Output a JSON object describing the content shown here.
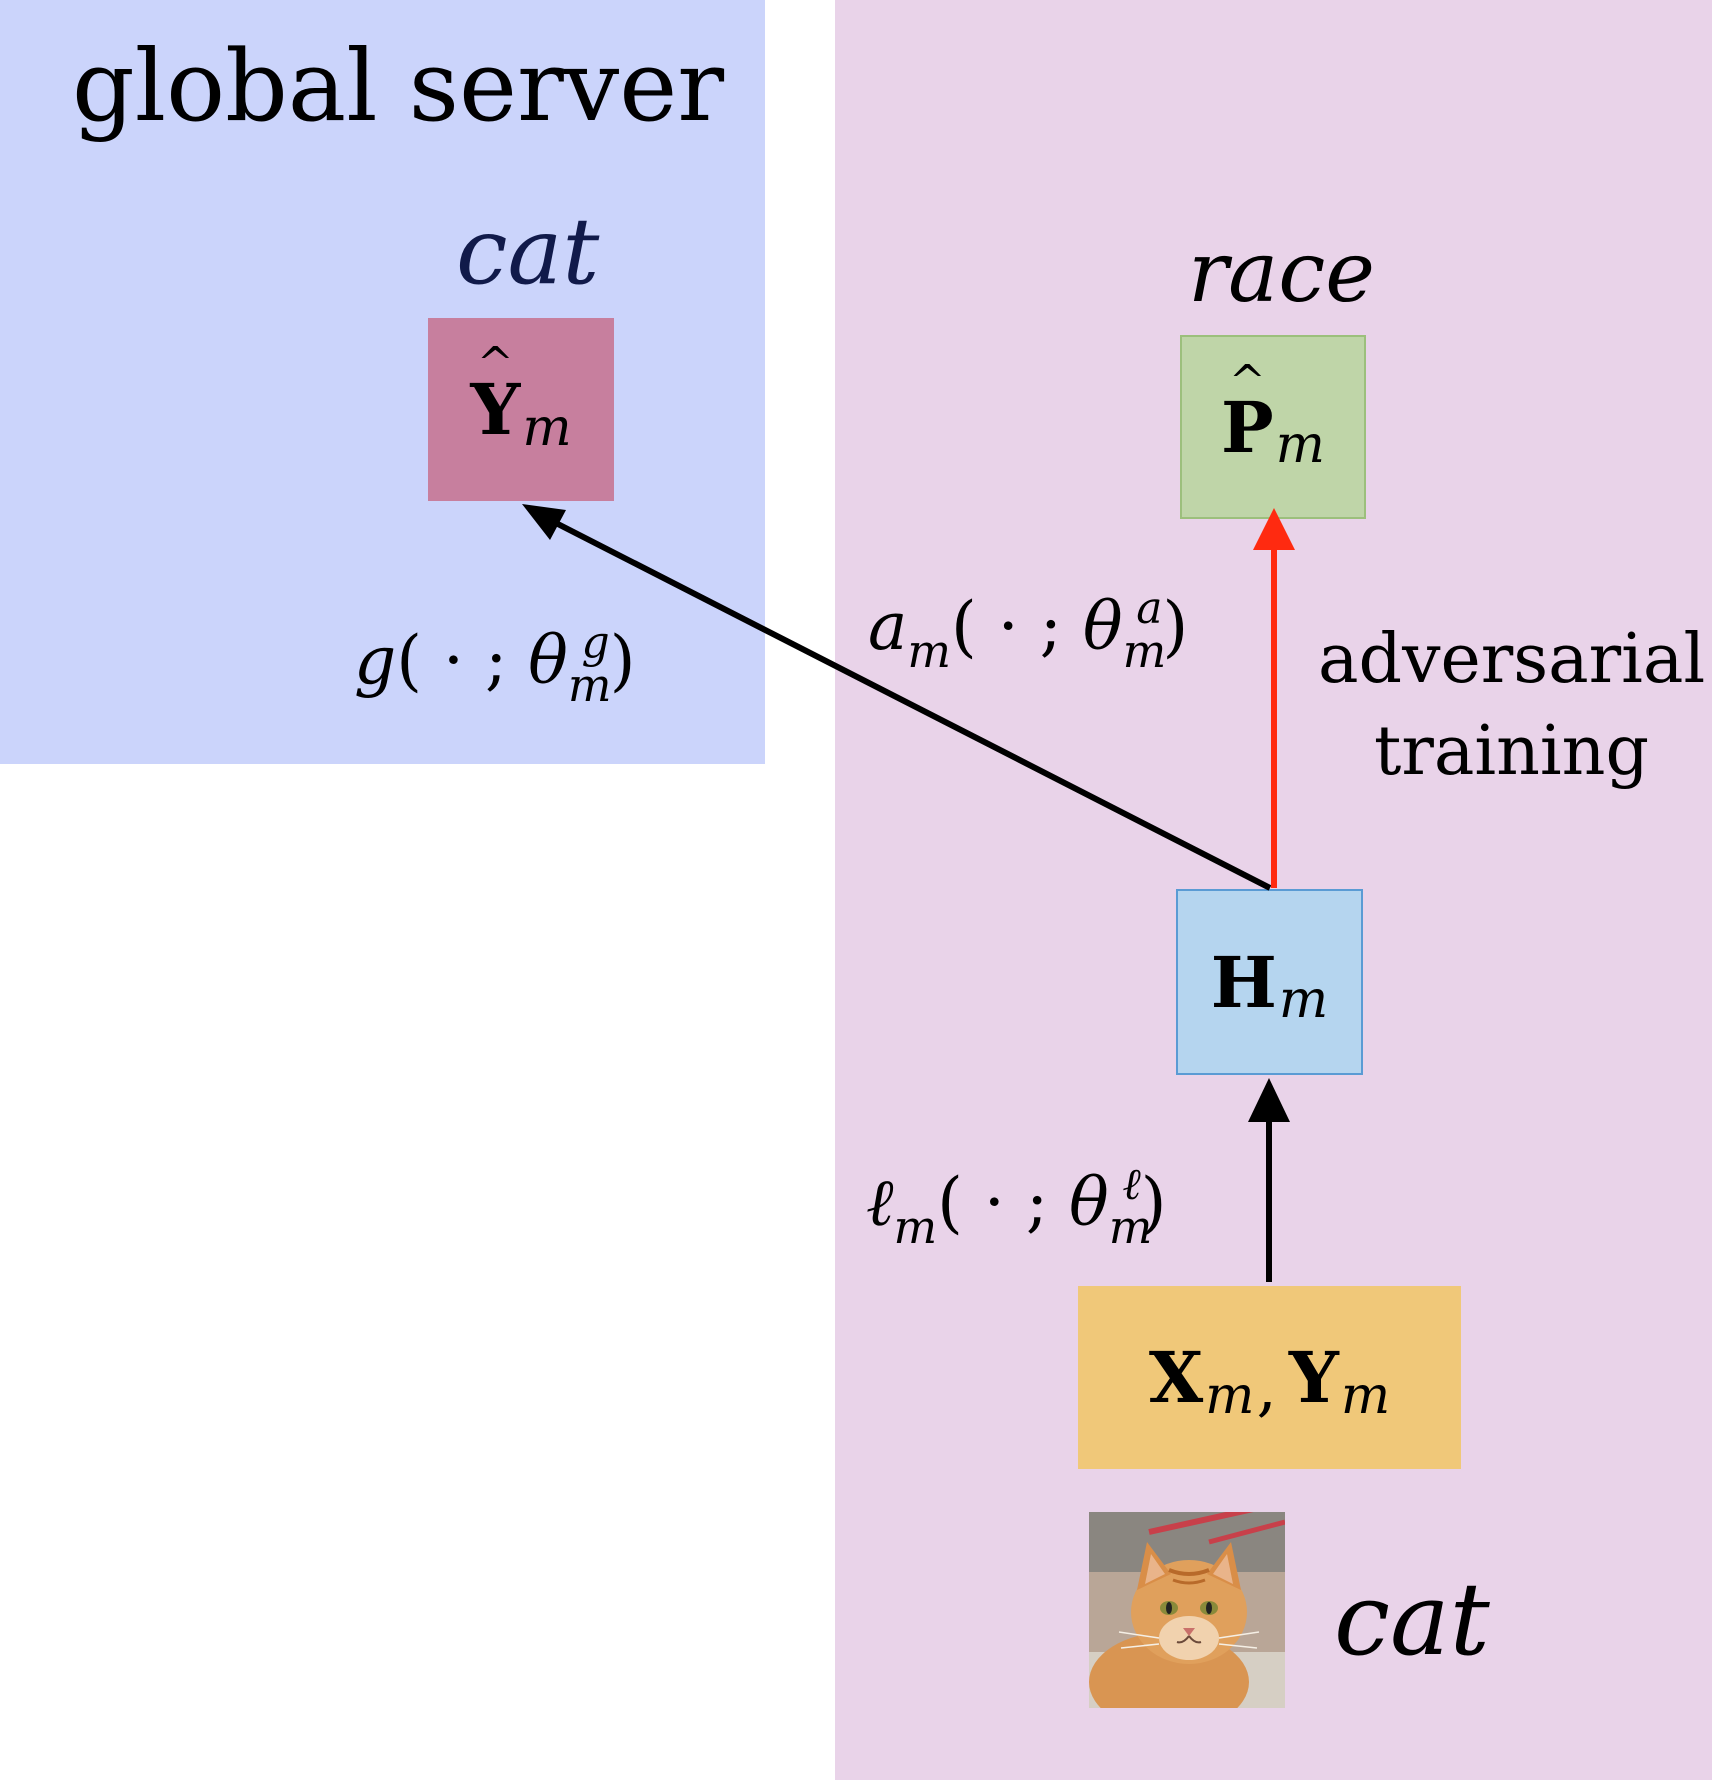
{
  "global_server": {
    "title": "global server",
    "label": "cat",
    "node_symbol": "Y",
    "node_subscript": "m"
  },
  "local_client": {
    "private_label": "race",
    "adversary_node_symbol": "P",
    "adversary_node_subscript": "m",
    "hidden_node_symbol": "H",
    "hidden_node_subscript": "m",
    "input_node": {
      "x_symbol": "X",
      "x_subscript": "m",
      "separator": ",",
      "y_symbol": "Y",
      "y_subscript": "m"
    },
    "input_label": "cat",
    "adversarial_text_line1": "adversarial",
    "adversarial_text_line2": "training"
  },
  "functions": {
    "g": {
      "name": "g",
      "args": "( · ;",
      "param": "θ",
      "param_sub": "m",
      "param_sup": "g",
      "close": ")"
    },
    "a": {
      "name": "a",
      "name_sub": "m",
      "args": "( · ;",
      "param": "θ",
      "param_sub": "m",
      "param_sup": "a",
      "close": ")"
    },
    "l": {
      "name": "ℓ",
      "name_sub": "m",
      "args": "( · ;",
      "param": "θ",
      "param_sub": "m",
      "param_sup": "ℓ",
      "close": ")"
    }
  },
  "colors": {
    "global_region": "#cbd4fb",
    "local_region": "#e9d3e9",
    "yhat_box": "#c77f9e",
    "phat_box": "#bfd5a8",
    "h_box": "#b5d5ef",
    "xy_box": "#f0c879",
    "adversarial_arrow": "#ff2a10",
    "standard_arrow": "#000000"
  },
  "icons": {
    "cat_photo": "cat-photo-icon"
  }
}
